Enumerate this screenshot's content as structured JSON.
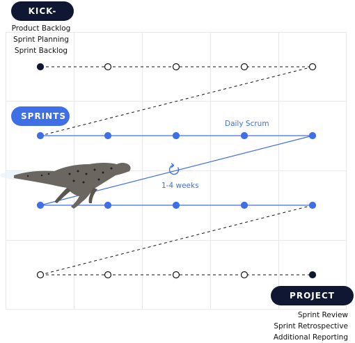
{
  "kickoff": {
    "label": "KICK-OFF",
    "items": [
      "Product Backlog",
      "Sprint Planning",
      "Sprint Backlog"
    ]
  },
  "sprints": {
    "label": "SPRINTS"
  },
  "daily_scrum": "Daily Scrum",
  "cycle_length": "1-4 weeks",
  "goal": {
    "label": "PROJECT GOAL",
    "items": [
      "Sprint Review",
      "Sprint Retrospective",
      "Additional Reporting"
    ]
  },
  "colors": {
    "navy": "#0f1733",
    "blue": "#3f6fe4",
    "grid": "#e6e8ec"
  },
  "icons": [
    "cycle-arrow-icon",
    "cheetah-illustration"
  ]
}
